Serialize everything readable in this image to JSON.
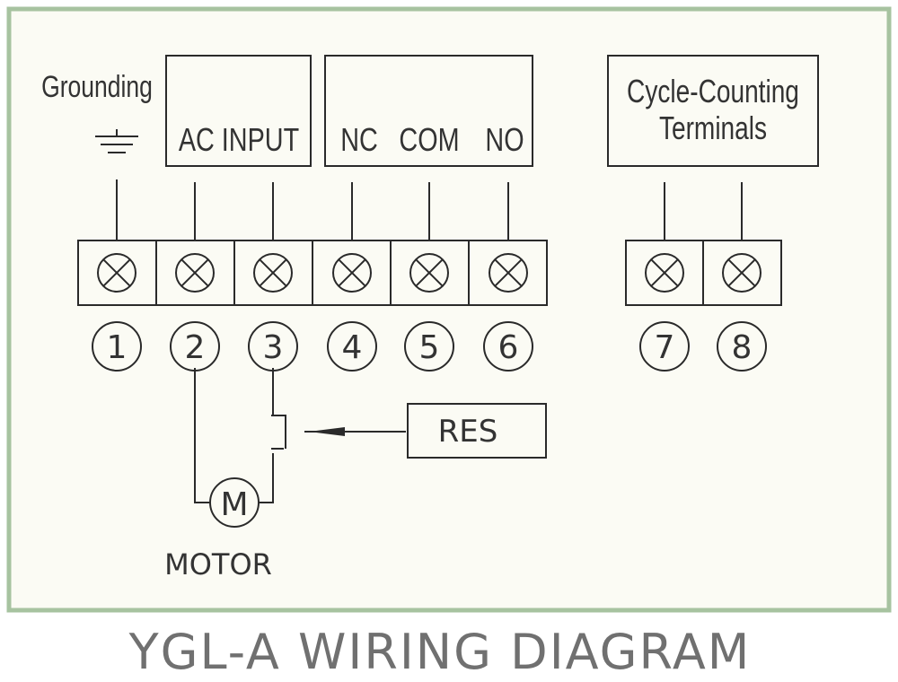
{
  "diagram": {
    "title": "YGL-A WIRING DIAGRAM",
    "grounding_label": "Grounding",
    "ac_input_label": "AC INPUT",
    "relay_labels": {
      "nc": "NC",
      "com": "COM",
      "no": "NO"
    },
    "cycle_counting_label": [
      "Cycle-Counting",
      "Terminals"
    ],
    "terminals": [
      {
        "number": "1"
      },
      {
        "number": "2"
      },
      {
        "number": "3"
      },
      {
        "number": "4"
      },
      {
        "number": "5"
      },
      {
        "number": "6"
      },
      {
        "number": "7"
      },
      {
        "number": "8"
      }
    ],
    "reset_label": "RES",
    "motor_symbol": "M",
    "motor_label": "MOTOR"
  },
  "colors": {
    "frame_border": "#a7c3a0",
    "background": "#fbfbf4",
    "line": "#2a2a2a",
    "caption": "#707070"
  }
}
